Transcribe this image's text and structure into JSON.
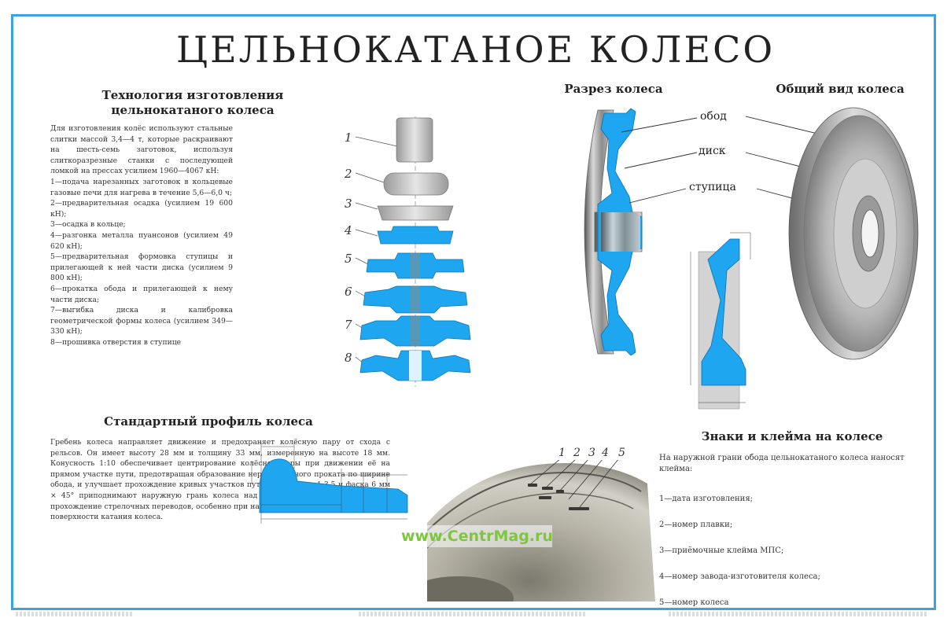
{
  "title": "ЦЕЛЬНОКАТАНОЕ КОЛЕСО",
  "tech": {
    "heading_line1": "Технология изготовления",
    "heading_line2": "цельнокатаного колеса",
    "intro": "Для изготовления колёс используют стальные слитки массой 3,4—4 т, которые раскраивают на шесть-семь заготовок, используя слиткоразрезные станки с последующей ломкой на прессах усилием 1960—4067 кН:",
    "steps": [
      "1—подача нарезанных заготовок в кольцевые газовые печи для нагрева в течение 5,6—6,0 ч;",
      "2—предварительная осадка (усилием 19 600 кН);",
      "3—осадка в кольце;",
      "4—разгонка металла пуансонов (усилием 49 620 кН);",
      "5—предварительная формовка ступицы и прилегающей к ней части диска (усилием 9 800 кН);",
      "6—прокатка обода и прилегающей к нему части диска;",
      "7—выгибка диска и калибровка геометрической формы колеса (усилием 349—330 кН);",
      "8—прошивка отверстия в ступице"
    ],
    "step_numbers": [
      "1",
      "2",
      "3",
      "4",
      "5",
      "6",
      "7",
      "8"
    ]
  },
  "section": {
    "heading": "Разрез колеса",
    "labels": {
      "rim": "обод",
      "disc": "диск",
      "hub": "ступица"
    }
  },
  "general_view": {
    "heading": "Общий вид колеса"
  },
  "profile": {
    "heading": "Стандартный профиль колеса",
    "text": "Гребень колеса направляет движение и предохраняет колёсную пару от схода с рельсов. Он имеет высоту 28 мм и толщину 33 мм, измеренную на высоте 18 мм. Конусность 1:10 обеспечивает центрирование колёсной пары при движении её на прямом участке пути, предотвращая образование неравномерного проката по ширине обода, и улучшает прохождение кривых участков пути. Конусность 1:3,5 и фаска 6 мм × 45° приподнимают наружную грань колеса над головкой рельса, что улучшает прохождение стрелочных переводов, особенно при наличии проката и других дефектов поверхности катания колеса."
  },
  "marks": {
    "heading": "Знаки и клейма на колесе",
    "intro": "На наружной грани обода цельнокатаного колеса наносят клейма:",
    "items": [
      "1—дата изготовления;",
      "2—номер плавки;",
      "3—приёмочные клейма МПС;",
      "4—номер завода-изготовителя колеса;",
      "5—номер колеса"
    ],
    "numbers": [
      "1",
      "2",
      "3",
      "4",
      "5"
    ]
  },
  "watermark": "www.CentrMag.ru",
  "colors": {
    "frame": "#3ba3e3",
    "profile_blue": "#1ea7f0",
    "metal": "#b9b9b9"
  }
}
